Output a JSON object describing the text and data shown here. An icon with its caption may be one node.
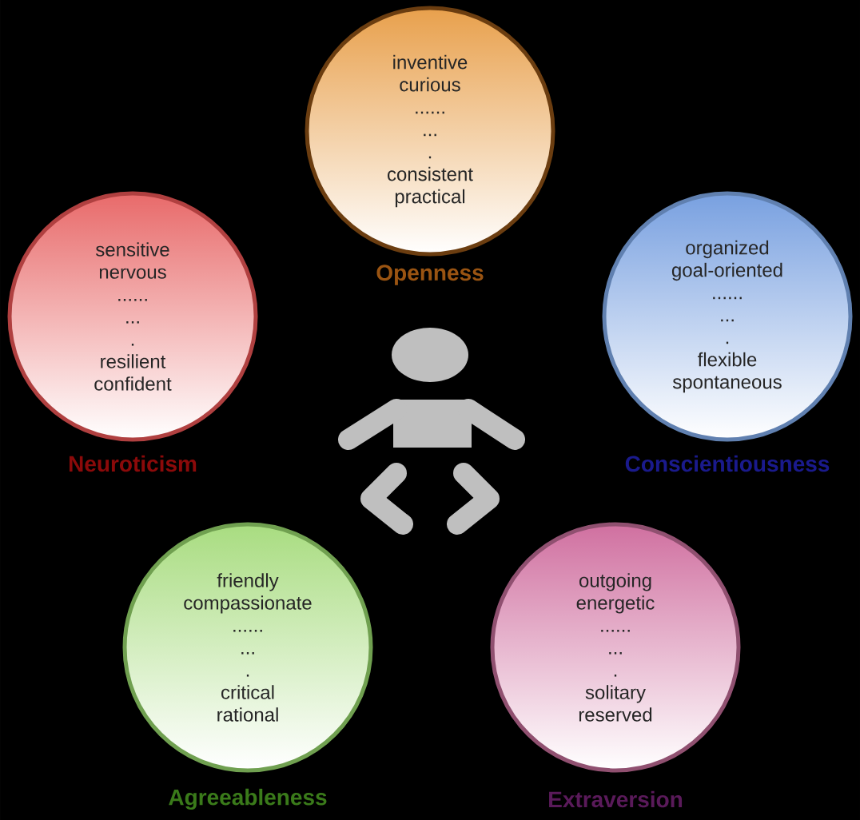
{
  "diagram": {
    "nodes": [
      {
        "text": [
          "inventive",
          "curious",
          "......",
          "...",
          ".",
          "consistent",
          "practical"
        ],
        "beside": [
          "Openness"
        ]
      },
      {
        "text": [
          "sensitive",
          "nervous",
          "......",
          "...",
          ".",
          "resilient",
          "confident"
        ],
        "beside": [
          "Neuroticism"
        ]
      },
      {
        "text": [
          "organized",
          "goal-oriented",
          "......",
          "...",
          ".",
          "flexible",
          "spontaneous"
        ],
        "beside": [
          "Conscientiousness"
        ]
      },
      {
        "text": [
          "friendly",
          "compassionate",
          "......",
          "...",
          ".",
          "critical",
          "rational"
        ],
        "beside": [
          "Agreeableness"
        ]
      },
      {
        "text": [
          "outgoing",
          "energetic",
          "......",
          "...",
          ".",
          "solitary",
          "reserved"
        ],
        "beside": [
          "Extraversion"
        ]
      }
    ]
  }
}
